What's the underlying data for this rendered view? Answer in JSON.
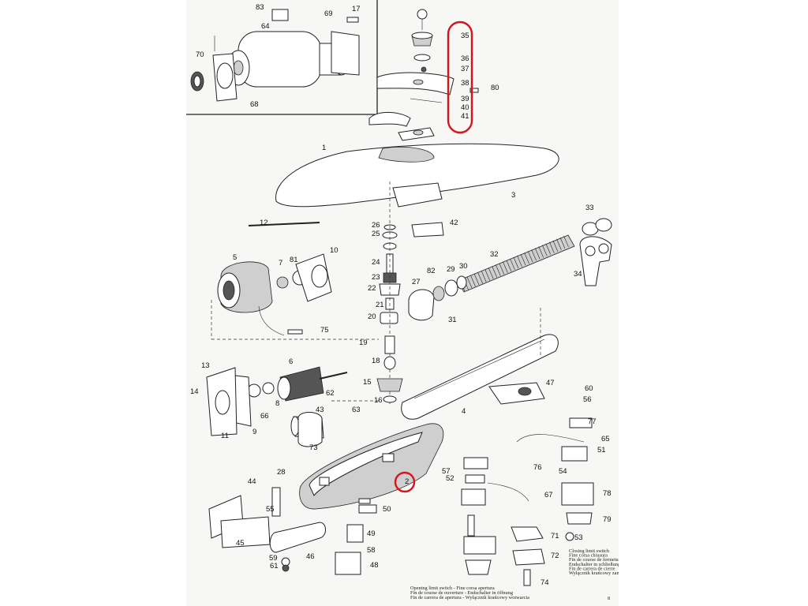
{
  "diagram": {
    "labels": [
      "1",
      "2",
      "3",
      "4",
      "5",
      "6",
      "7",
      "8",
      "9",
      "10",
      "11",
      "12",
      "13",
      "14",
      "15",
      "16",
      "17",
      "18",
      "19",
      "20",
      "21",
      "22",
      "23",
      "24",
      "25",
      "26",
      "27",
      "28",
      "29",
      "30",
      "31",
      "32",
      "33",
      "34",
      "35",
      "36",
      "37",
      "38",
      "39",
      "40",
      "41",
      "42",
      "43",
      "44",
      "45",
      "46",
      "47",
      "48",
      "49",
      "50",
      "51",
      "52",
      "53",
      "54",
      "55",
      "56",
      "57",
      "58",
      "59",
      "60",
      "61",
      "62",
      "63",
      "64",
      "65",
      "66",
      "67",
      "68",
      "69",
      "70",
      "71",
      "72",
      "73",
      "74",
      "75",
      "76",
      "77",
      "78",
      "79",
      "80",
      "81",
      "82",
      "83"
    ],
    "captions": {
      "closing": [
        "Closing limit switch",
        "Fine corsa chiusura",
        "Fin de course de fermeture",
        "Endschalter in schließung",
        "Fin de carrera de cierre",
        "Wyłącznik krańcowy zamykania"
      ],
      "opening": [
        "Opening limit switch - Fine corsa apertura",
        "Fin de course de ouverture - Endschalter in öffnung",
        "Fin de carrera de apertura - Wyłącznik krańcowy wotwarcia"
      ]
    },
    "page_mark": "8"
  }
}
